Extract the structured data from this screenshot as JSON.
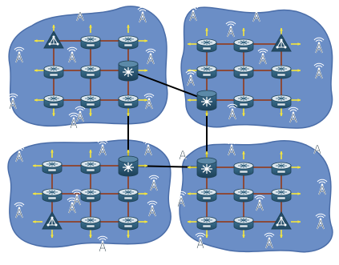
{
  "colors": {
    "cloud_fill": "#6b8ec6",
    "cloud_stroke": "#4a6da8",
    "link_brown": "#8b4a3a",
    "backbone": "#000000",
    "router_top": "#dbe6ee",
    "router_side": "#2f5f7c",
    "router_edge": "#1e4257",
    "hub_body": "#244d69",
    "hub_star": "#ffffff",
    "arrow": "#f5e63c",
    "tower_white": "#ffffff",
    "tower_dark": "#1b2f3a"
  },
  "legend_icons": {
    "router": "router-icon",
    "core_switch": "core-switch-icon",
    "access_point": "access-point-icon",
    "wireless_tower": "wireless-tower-icon",
    "flow_arrow": "flow-arrow-icon"
  },
  "networks": [
    {
      "name": "network-top-left",
      "hub_index": 5
    },
    {
      "name": "network-top-right",
      "hub_index": 6
    },
    {
      "name": "network-bottom-left",
      "hub_index": 2
    },
    {
      "name": "network-bottom-right",
      "hub_index": 0
    }
  ]
}
